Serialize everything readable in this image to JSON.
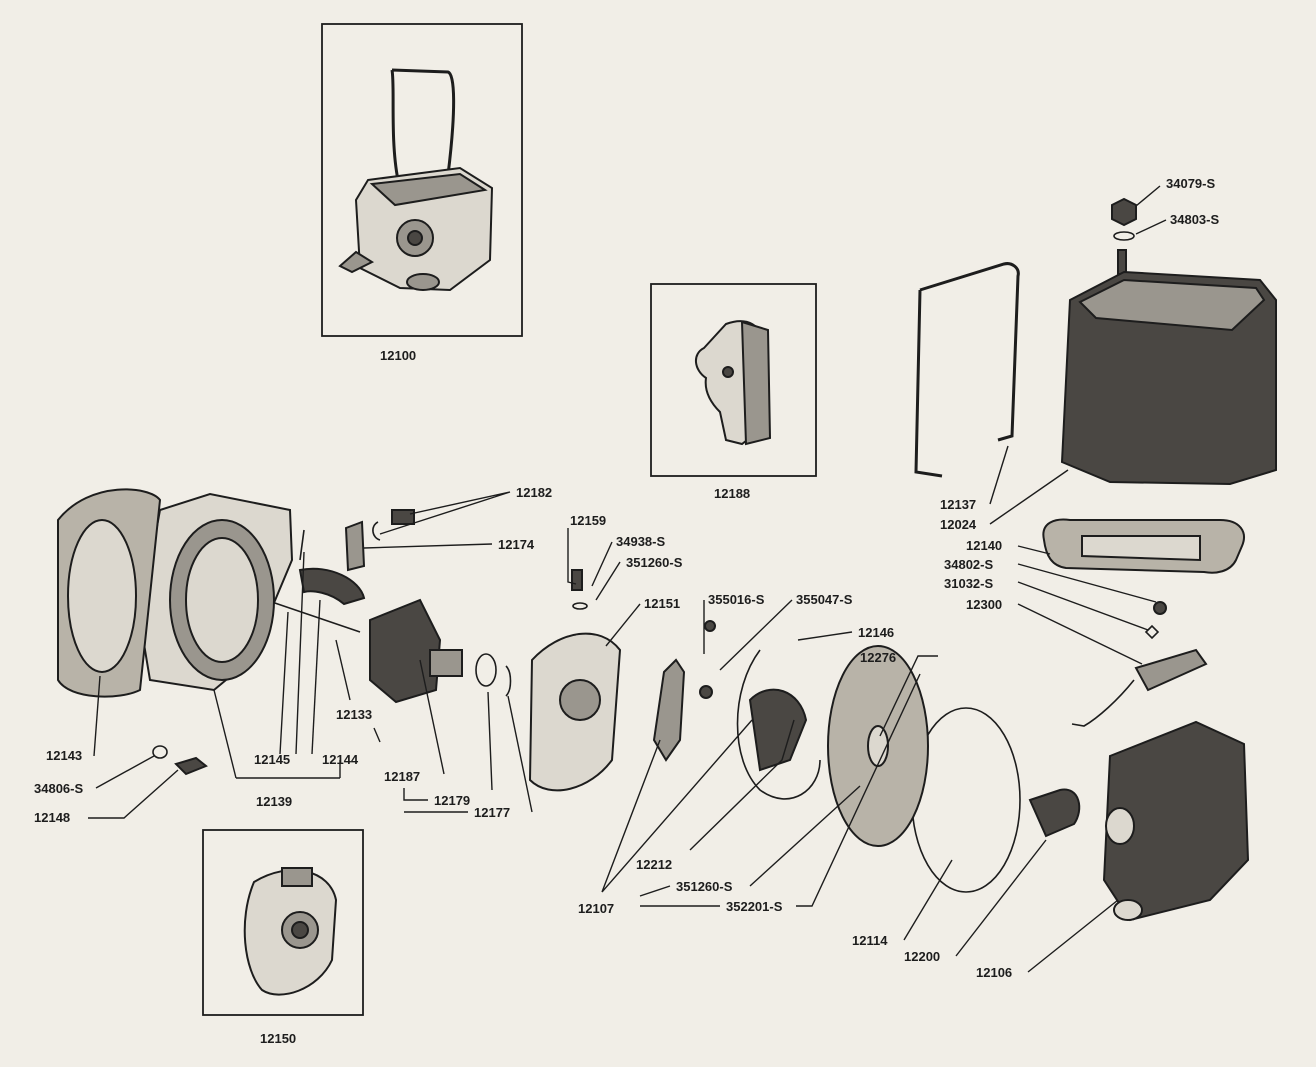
{
  "labels": {
    "p12100": "12100",
    "p12188": "12188",
    "p12150": "12150",
    "p34079S": "34079-S",
    "p34803S": "34803-S",
    "p12182": "12182",
    "p12174": "12174",
    "p12159": "12159",
    "p34938S": "34938-S",
    "p351260S_top": "351260-S",
    "p12151": "12151",
    "p355016S": "355016-S",
    "p355047S": "355047-S",
    "p12146": "12146",
    "p12276": "12276",
    "p12137": "12137",
    "p12024": "12024",
    "p12140": "12140",
    "p34802S": "34802-S",
    "p31032S": "31032-S",
    "p12300": "12300",
    "p12143": "12143",
    "p34806S": "34806-S",
    "p12148": "12148",
    "p12145": "12145",
    "p12144": "12144",
    "p12139": "12139",
    "p12133": "12133",
    "p12187": "12187",
    "p12179": "12179",
    "p12177": "12177",
    "p12212": "12212",
    "p12107": "12107",
    "p351260S_bottom": "351260-S",
    "p352201S": "352201-S",
    "p12114": "12114",
    "p12200": "12200",
    "p12106": "12106"
  }
}
